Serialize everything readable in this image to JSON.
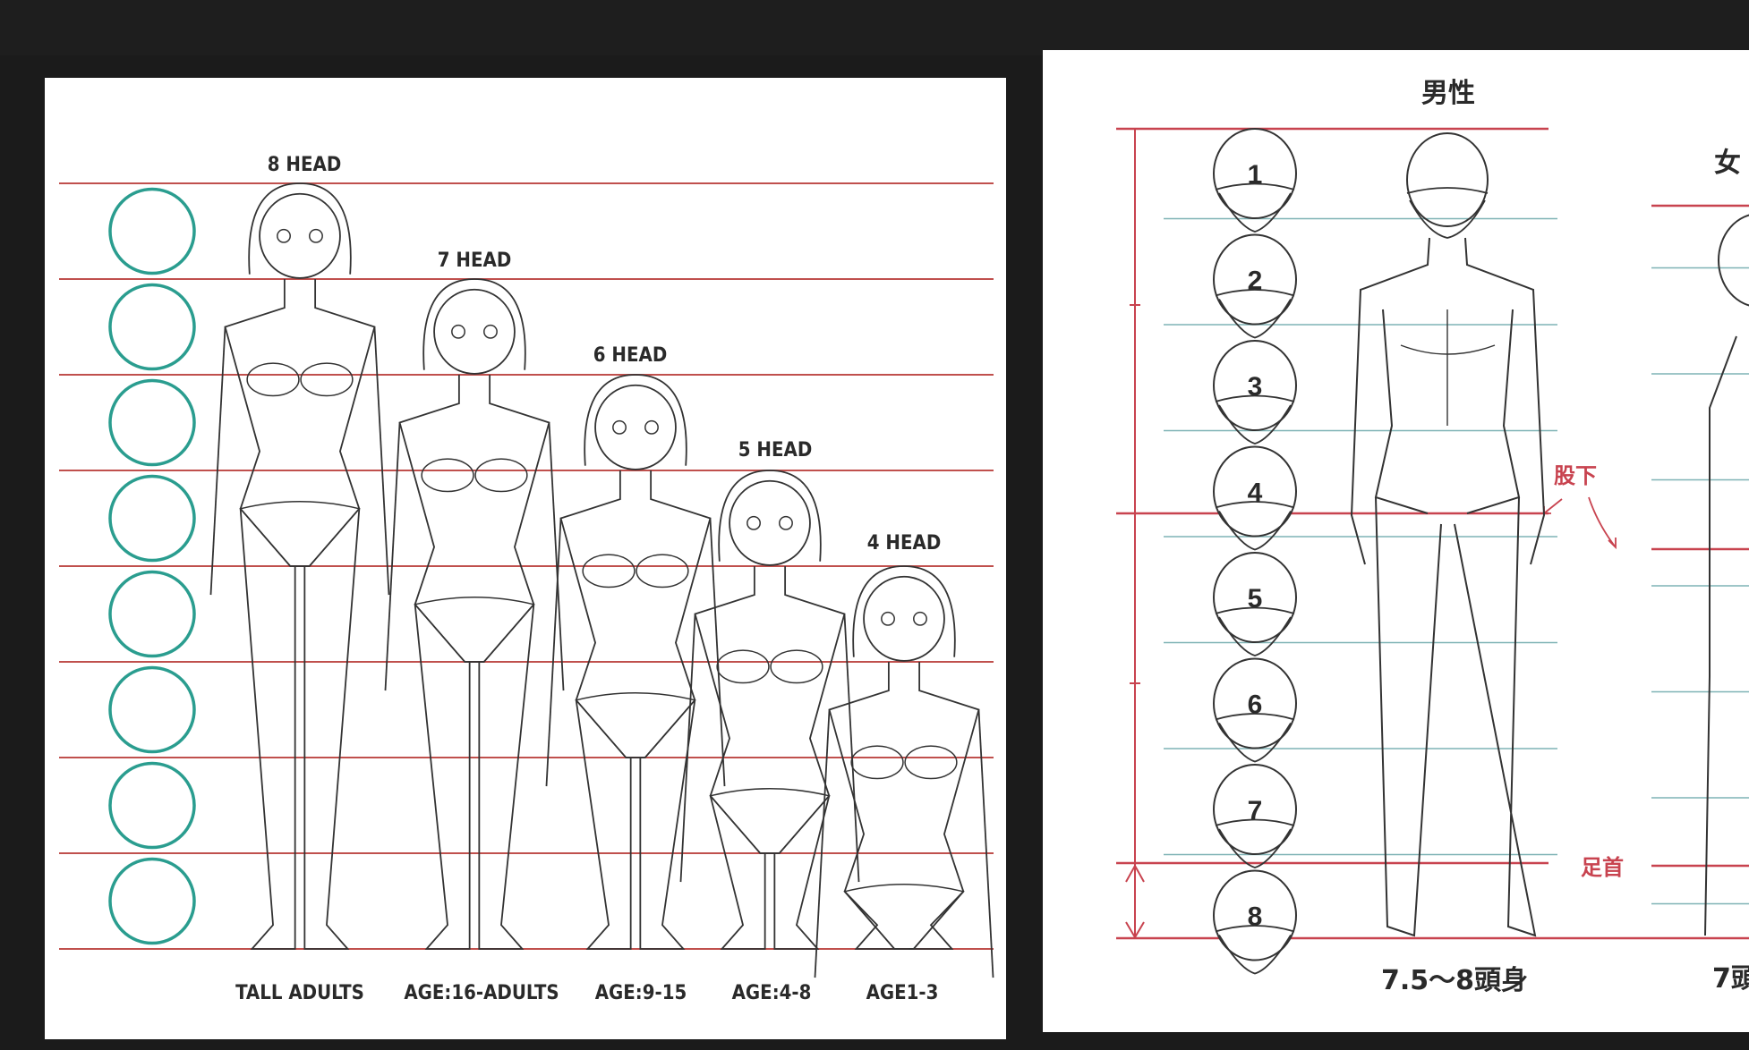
{
  "left_chart": {
    "head_counts": [
      "8 HEAD",
      "7 HEAD",
      "6 HEAD",
      "5 HEAD",
      "4 HEAD"
    ],
    "age_groups": [
      "TALL ADULTS",
      "AGE:16-ADULTS",
      "AGE:9-15",
      "AGE:4-8",
      "AGE1-3"
    ],
    "colors": {
      "guide_line": "#c0504d",
      "head_circle": "#2a9d8f",
      "line_art": "#333333"
    }
  },
  "right_chart": {
    "male_title": "男性",
    "female_title_partial": "女",
    "head_numbers": [
      "1",
      "2",
      "3",
      "4",
      "5",
      "6",
      "7",
      "8"
    ],
    "crotch_label": "股下",
    "ankle_label": "足首",
    "male_caption": "7.5〜8頭身",
    "female_caption_partial": "7頭",
    "colors": {
      "frame_line": "#c8434f",
      "sub_line": "#7fb3b5"
    }
  }
}
